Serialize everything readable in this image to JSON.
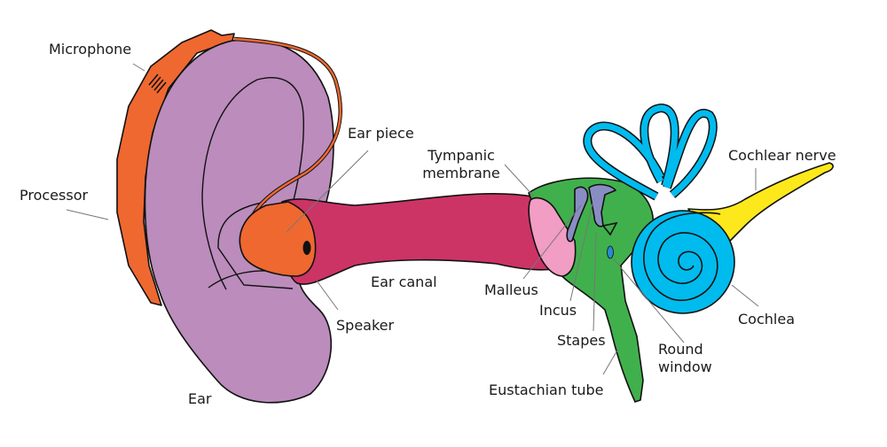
{
  "diagram": {
    "title": "Cochlear implant and ear anatomy",
    "labels": {
      "microphone": "Microphone",
      "processor": "Processor",
      "ear_piece": "Ear piece",
      "tympanic_1": "Tympanic",
      "tympanic_2": "membrane",
      "ear_canal": "Ear canal",
      "speaker": "Speaker",
      "ear": "Ear",
      "malleus": "Malleus",
      "incus": "Incus",
      "stapes": "Stapes",
      "eustachian_tube": "Eustachian tube",
      "round_window_1": "Round",
      "round_window_2": "window",
      "cochlea": "Cochlea",
      "cochlear_nerve": "Cochlear nerve"
    },
    "colors": {
      "ear": "#bb8cbc",
      "device": "#ef6830",
      "canal": "#cc3466",
      "tympanic": "#f19dc4",
      "middle_ear": "#40b04c",
      "ossicles": "#8a8dc4",
      "cochlea": "#00bbee",
      "nerve": "#fde81b"
    }
  }
}
